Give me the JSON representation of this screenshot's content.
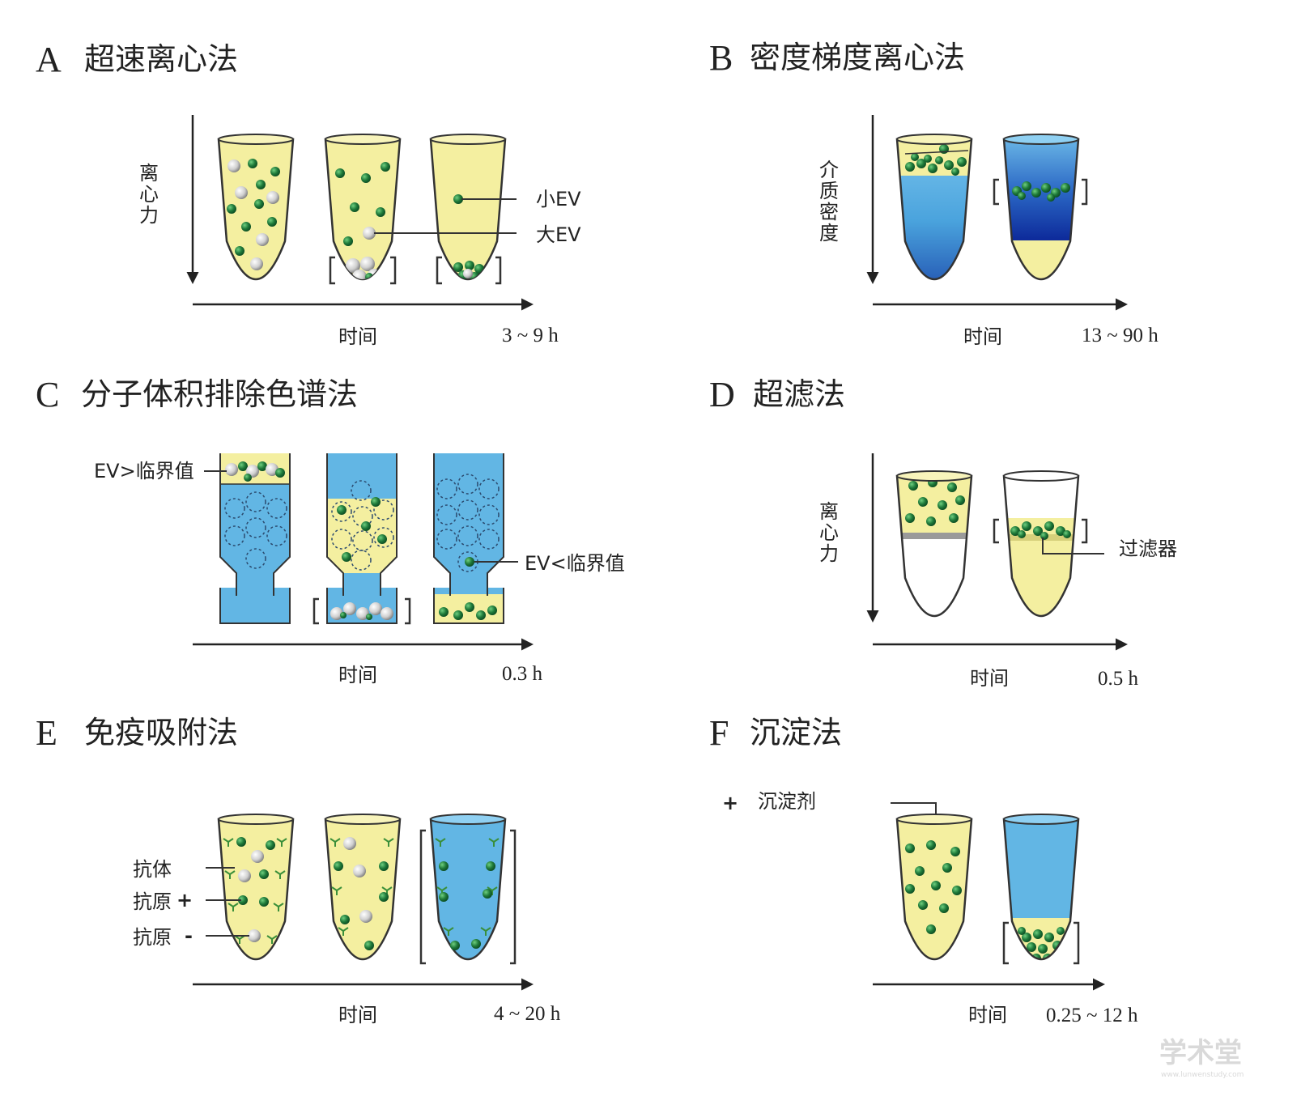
{
  "panels": {
    "A": {
      "letter": "A",
      "title": "超速离心法",
      "axis_label": [
        "离",
        "心",
        "力"
      ],
      "x_label": "时间",
      "time": "3 ~ 9 h",
      "callouts": {
        "small_ev": "小EV",
        "large_ev": "大EV"
      }
    },
    "B": {
      "letter": "B",
      "title": "密度梯度离心法",
      "axis_label": [
        "介",
        "质",
        "密",
        "度"
      ],
      "x_label": "时间",
      "time": "13 ~ 90 h"
    },
    "C": {
      "letter": "C",
      "title": "分子体积排除色谱法",
      "x_label": "时间",
      "time": "0.3 h",
      "callouts": {
        "above": "EV>临界值",
        "below": "EV<临界值"
      }
    },
    "D": {
      "letter": "D",
      "title": "超滤法",
      "axis_label": [
        "离",
        "心",
        "力"
      ],
      "x_label": "时间",
      "time": "0.5 h",
      "callouts": {
        "filter": "过滤器"
      }
    },
    "E": {
      "letter": "E",
      "title": "免疫吸附法",
      "x_label": "时间",
      "time": "4 ~ 20 h",
      "callouts": {
        "antibody": "抗体",
        "antigen_pos": "抗原",
        "antigen_neg": "抗原",
        "pos_sign": "+",
        "neg_sign": "-"
      }
    },
    "F": {
      "letter": "F",
      "title": "沉淀法",
      "x_label": "时间",
      "time": "0.25 ~ 12 h",
      "callouts": {
        "plus": "+",
        "reagent": "沉淀剂"
      }
    }
  },
  "watermark": {
    "main": "学术堂",
    "url": "www.lunwenstudy.com"
  },
  "colors": {
    "yellow": "#f4efa0",
    "blue": "#62b6e4",
    "dark_blue": "#0d2a9a",
    "green": "#1f7a3a",
    "white_ev": "#d8d8d8",
    "outline": "#333333"
  }
}
